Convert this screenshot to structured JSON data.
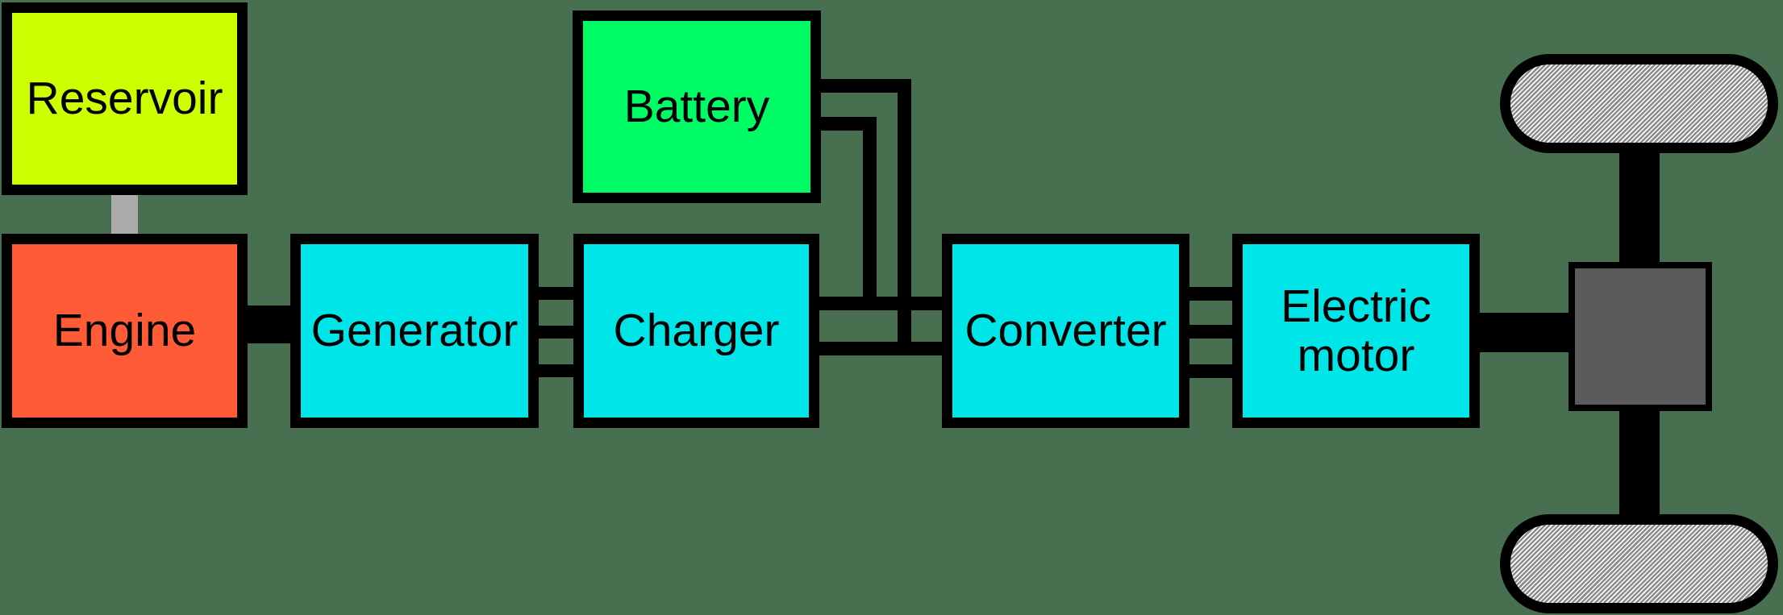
{
  "canvas": {
    "background_color": "#487050",
    "line_color": "#000000",
    "border_color": "#000000"
  },
  "nodes": {
    "reservoir": {
      "label": "Reservoir",
      "fill": "#CCFF00"
    },
    "engine": {
      "label": "Engine",
      "fill": "#FF5B37"
    },
    "generator": {
      "label": "Generator",
      "fill": "#00E6E8"
    },
    "battery": {
      "label": "Battery",
      "fill": "#00FC64"
    },
    "charger": {
      "label": "Charger",
      "fill": "#00E6E8"
    },
    "converter": {
      "label": "Converter",
      "fill": "#00E6E8"
    },
    "electric_motor": {
      "label": "Electric motor",
      "fill": "#00E6E8"
    },
    "differential": {
      "fill": "#5B5B5B"
    },
    "wheel_top": {
      "fill_base": "#8C8C8C",
      "hatch_line": "#FFFFFF"
    },
    "wheel_bottom": {
      "fill_base": "#8C8C8C",
      "hatch_line": "#FFFFFF"
    }
  },
  "connections": [
    {
      "from": "Reservoir",
      "to": "Engine",
      "type": "fuel line",
      "lines": 1,
      "color": "#ABABAB"
    },
    {
      "from": "Engine",
      "to": "Generator",
      "type": "mechanical shaft",
      "lines": 1,
      "color": "#000000"
    },
    {
      "from": "Generator",
      "to": "Charger",
      "type": "electrical, 3-phase",
      "lines": 3,
      "color": "#000000"
    },
    {
      "from": "Charger",
      "to": "Converter",
      "type": "electrical, DC link",
      "lines": 2,
      "color": "#000000"
    },
    {
      "from": "Battery",
      "to": "Charger-Converter DC link",
      "type": "electrical",
      "lines": 2,
      "color": "#000000"
    },
    {
      "from": "Converter",
      "to": "Electric motor",
      "type": "electrical, 3-phase",
      "lines": 3,
      "color": "#000000"
    },
    {
      "from": "Electric motor",
      "to": "Differential",
      "type": "mechanical shaft",
      "lines": 1,
      "color": "#000000"
    },
    {
      "from": "Differential",
      "to": "Top wheel",
      "type": "axle",
      "lines": 1,
      "color": "#000000"
    },
    {
      "from": "Differential",
      "to": "Bottom wheel",
      "type": "axle",
      "lines": 1,
      "color": "#000000"
    }
  ]
}
